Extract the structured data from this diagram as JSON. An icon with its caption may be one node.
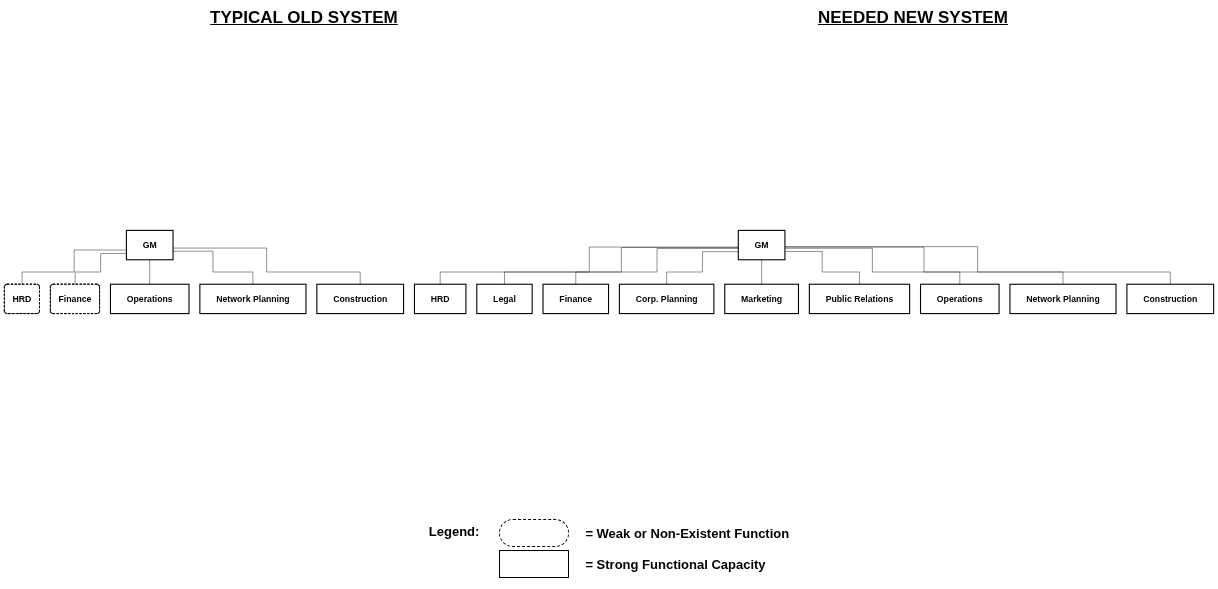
{
  "diagram": {
    "nodes": [
      {
        "text": [
          "GM"
        ]
      },
      {
        "text": [
          "HRD"
        ]
      },
      {
        "text": [
          "Finance"
        ]
      },
      {
        "text": [
          "Operations"
        ]
      },
      {
        "text": [
          "Network Planning"
        ]
      },
      {
        "text": [
          "Construction"
        ]
      },
      {
        "text": [
          "GM"
        ]
      },
      {
        "text": [
          "HRD"
        ]
      },
      {
        "text": [
          "Legal"
        ]
      },
      {
        "text": [
          "Finance"
        ]
      },
      {
        "text": [
          "Corp. Planning"
        ]
      },
      {
        "text": [
          "Marketing"
        ]
      },
      {
        "text": [
          "Public Relations"
        ]
      },
      {
        "text": [
          "Operations"
        ]
      },
      {
        "text": [
          "Network Planning"
        ]
      },
      {
        "text": [
          "Construction"
        ]
      }
    ],
    "edges": [
      {
        "from": 0,
        "to": 1,
        "arrow": "none"
      },
      {
        "from": 0,
        "to": 2,
        "arrow": "none"
      },
      {
        "from": 0,
        "to": 3,
        "arrow": "none"
      },
      {
        "from": 0,
        "to": 4,
        "arrow": "none"
      },
      {
        "from": 0,
        "to": 5,
        "arrow": "none"
      },
      {
        "from": 6,
        "to": 7,
        "arrow": "none"
      },
      {
        "from": 6,
        "to": 8,
        "arrow": "none"
      },
      {
        "from": 6,
        "to": 9,
        "arrow": "none"
      },
      {
        "from": 6,
        "to": 10,
        "arrow": "none"
      },
      {
        "from": 6,
        "to": 11,
        "arrow": "none"
      },
      {
        "from": 6,
        "to": 12,
        "arrow": "none"
      },
      {
        "from": 6,
        "to": 13,
        "arrow": "none"
      },
      {
        "from": 6,
        "to": 14,
        "arrow": "none"
      },
      {
        "from": 6,
        "to": 15,
        "arrow": "none"
      }
    ],
    "labels": [
      "TYPICAL OLD SYSTEM",
      "NEEDED NEW SYSTEM",
      "Legend:"
    ],
    "legend": [
      {
        "text": "= Weak or Non-Existent Function"
      },
      {
        "text": "= Strong Functional Capacity"
      }
    ]
  }
}
